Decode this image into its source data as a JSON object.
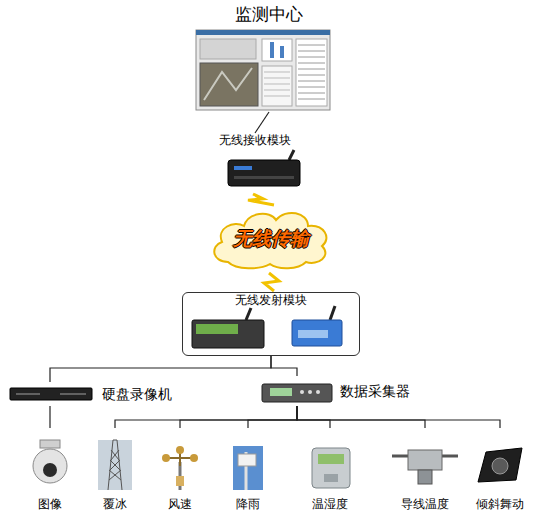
{
  "diagram": {
    "nodes": [
      {
        "text": [
          "监测中心"
        ]
      },
      {
        "text": [
          "无线接收模块"
        ]
      },
      {
        "text": [
          "无线传输"
        ]
      },
      {
        "text": [
          "无线发射模块"
        ]
      },
      {
        "text": [
          "硬盘录像机"
        ]
      },
      {
        "text": [
          "数据采集器"
        ]
      },
      {
        "text": [
          "图像"
        ]
      },
      {
        "text": [
          "覆冰"
        ]
      },
      {
        "text": [
          "风速"
        ]
      },
      {
        "text": [
          "降雨"
        ]
      },
      {
        "text": [
          "温湿度"
        ]
      },
      {
        "text": [
          "导线温度"
        ]
      },
      {
        "text": [
          "倾斜舞动"
        ]
      }
    ],
    "edges": [
      {
        "from": 0,
        "to": 1,
        "arrow": "none"
      },
      {
        "from": 1,
        "to": 2,
        "arrow": "none"
      },
      {
        "from": 2,
        "to": 3,
        "arrow": "none"
      },
      {
        "from": 3,
        "to": 4,
        "arrow": "none"
      },
      {
        "from": 3,
        "to": 5,
        "arrow": "none"
      },
      {
        "from": 4,
        "to": 6,
        "arrow": "none"
      },
      {
        "from": 5,
        "to": 7,
        "arrow": "none"
      },
      {
        "from": 5,
        "to": 8,
        "arrow": "none"
      },
      {
        "from": 5,
        "to": 9,
        "arrow": "none"
      },
      {
        "from": 5,
        "to": 10,
        "arrow": "none"
      },
      {
        "from": 5,
        "to": 11,
        "arrow": "none"
      },
      {
        "from": 5,
        "to": 12,
        "arrow": "none"
      }
    ]
  }
}
